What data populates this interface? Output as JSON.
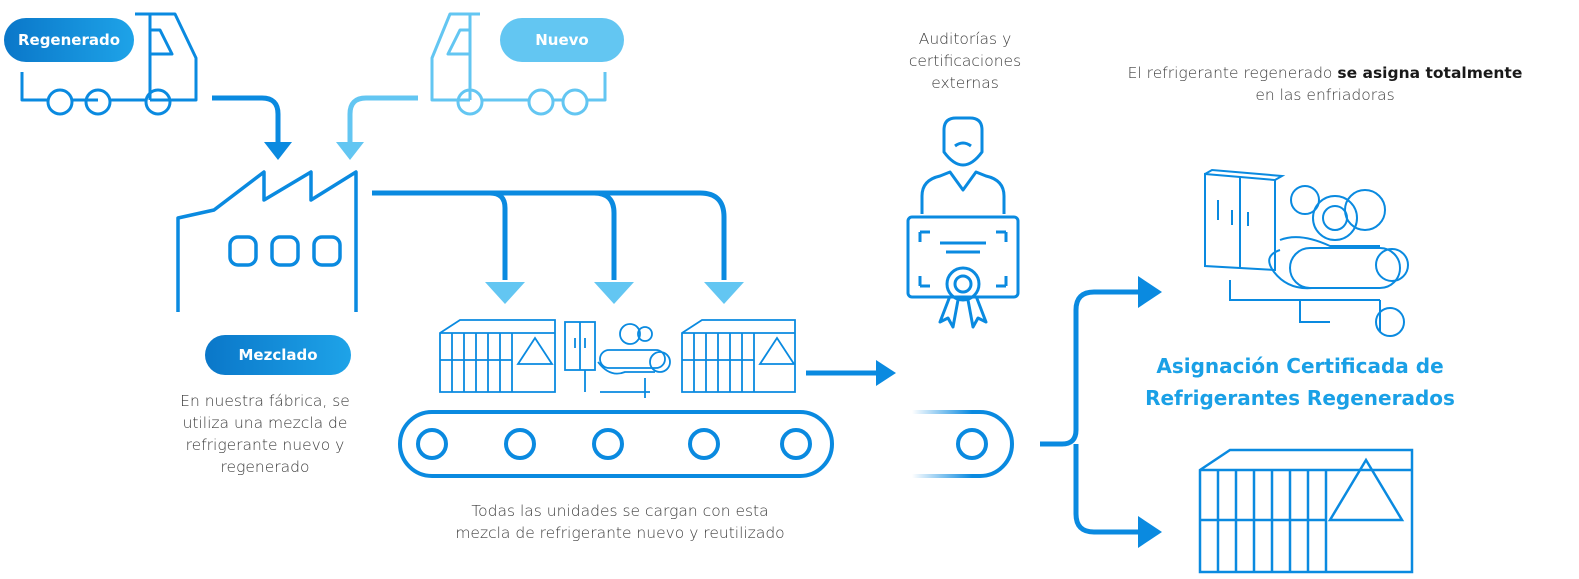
{
  "colors": {
    "primary": "#0a8ae0",
    "light": "#63c6f2",
    "accent_text": "#1aa0e6"
  },
  "labels": {
    "regenerado": "Regenerado",
    "nuevo": "Nuevo",
    "mezclado": "Mezclado"
  },
  "texts": {
    "factory_desc_1": "En nuestra fábrica, se",
    "factory_desc_2": "utiliza una mezcla de",
    "factory_desc_3": "refrigerante nuevo y",
    "factory_desc_4": "regenerado",
    "conveyor_desc_1": "Todas las unidades se cargan con esta",
    "conveyor_desc_2": "mezcla de refrigerante nuevo y reutilizado",
    "audit_1": "Auditorías y",
    "audit_2": "certificaciones",
    "audit_3": "externas",
    "assign_pre": "El refrigerante regenerado ",
    "assign_bold": "se asigna totalmente",
    "assign_2": "en las enfriadoras",
    "headline_1": "Asignación Certificada de",
    "headline_2": "Refrigerantes Regenerados"
  },
  "icons": [
    "truck-regenerado-icon",
    "truck-nuevo-icon",
    "factory-icon",
    "conveyor-icon",
    "auditor-icon",
    "certificate-icon",
    "chiller-icon",
    "condenser-unit-icon"
  ]
}
